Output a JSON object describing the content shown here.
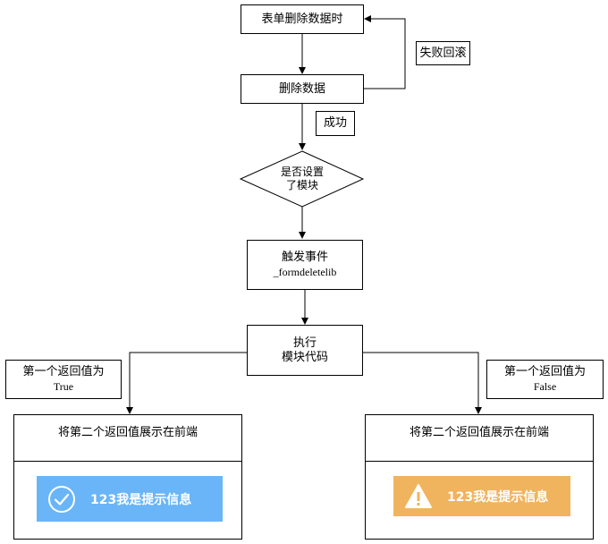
{
  "nodes": {
    "start": "表单删除数据时",
    "delete": "删除数据",
    "rollback": "失败回滚",
    "success": "成功",
    "decision_line1": "是否设置",
    "decision_line2": "了模块",
    "event_line1": "触发事件",
    "event_line2": "_formdeletelib",
    "exec_line1": "执行",
    "exec_line2": "模块代码",
    "left_cond_line1": "第一个返回值为",
    "left_cond_line2": "True",
    "right_cond_line1": "第一个返回值为",
    "right_cond_line2": "False"
  },
  "left_panel": {
    "title": "将第二个返回值展示在前端",
    "toast_text": "123我是提示信息",
    "toast_icon": "check-circle-icon",
    "toast_color": "#6ab5f7"
  },
  "right_panel": {
    "title": "将第二个返回值展示在前端",
    "toast_text": "123我是提示信息",
    "toast_icon": "warning-triangle-icon",
    "toast_color": "#f0b45e"
  }
}
